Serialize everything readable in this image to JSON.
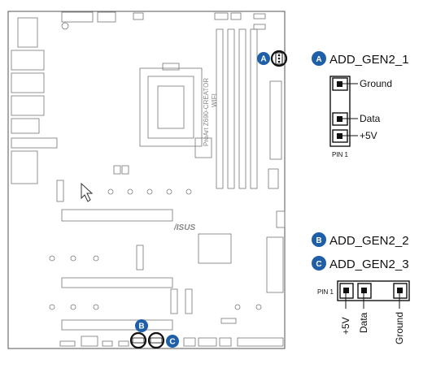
{
  "board": {
    "model_text": "ProArt Z690-CREATOR",
    "model_text_sub": "WIFI",
    "brand_logo": "/ISUS"
  },
  "markers": {
    "A": "A",
    "B": "B",
    "C": "C"
  },
  "header_a": {
    "title": "ADD_GEN2_1",
    "pins": [
      "Ground",
      "",
      "Data",
      "+5V"
    ],
    "pin1_label": "PIN 1"
  },
  "header_b": {
    "title": "ADD_GEN2_2"
  },
  "header_c": {
    "title": "ADD_GEN2_3",
    "pins": [
      "+5V",
      "Data",
      "",
      "Ground"
    ],
    "pin1_label": "PIN 1"
  },
  "colors": {
    "badge": "#1f5fa8",
    "outline": "#555555"
  }
}
